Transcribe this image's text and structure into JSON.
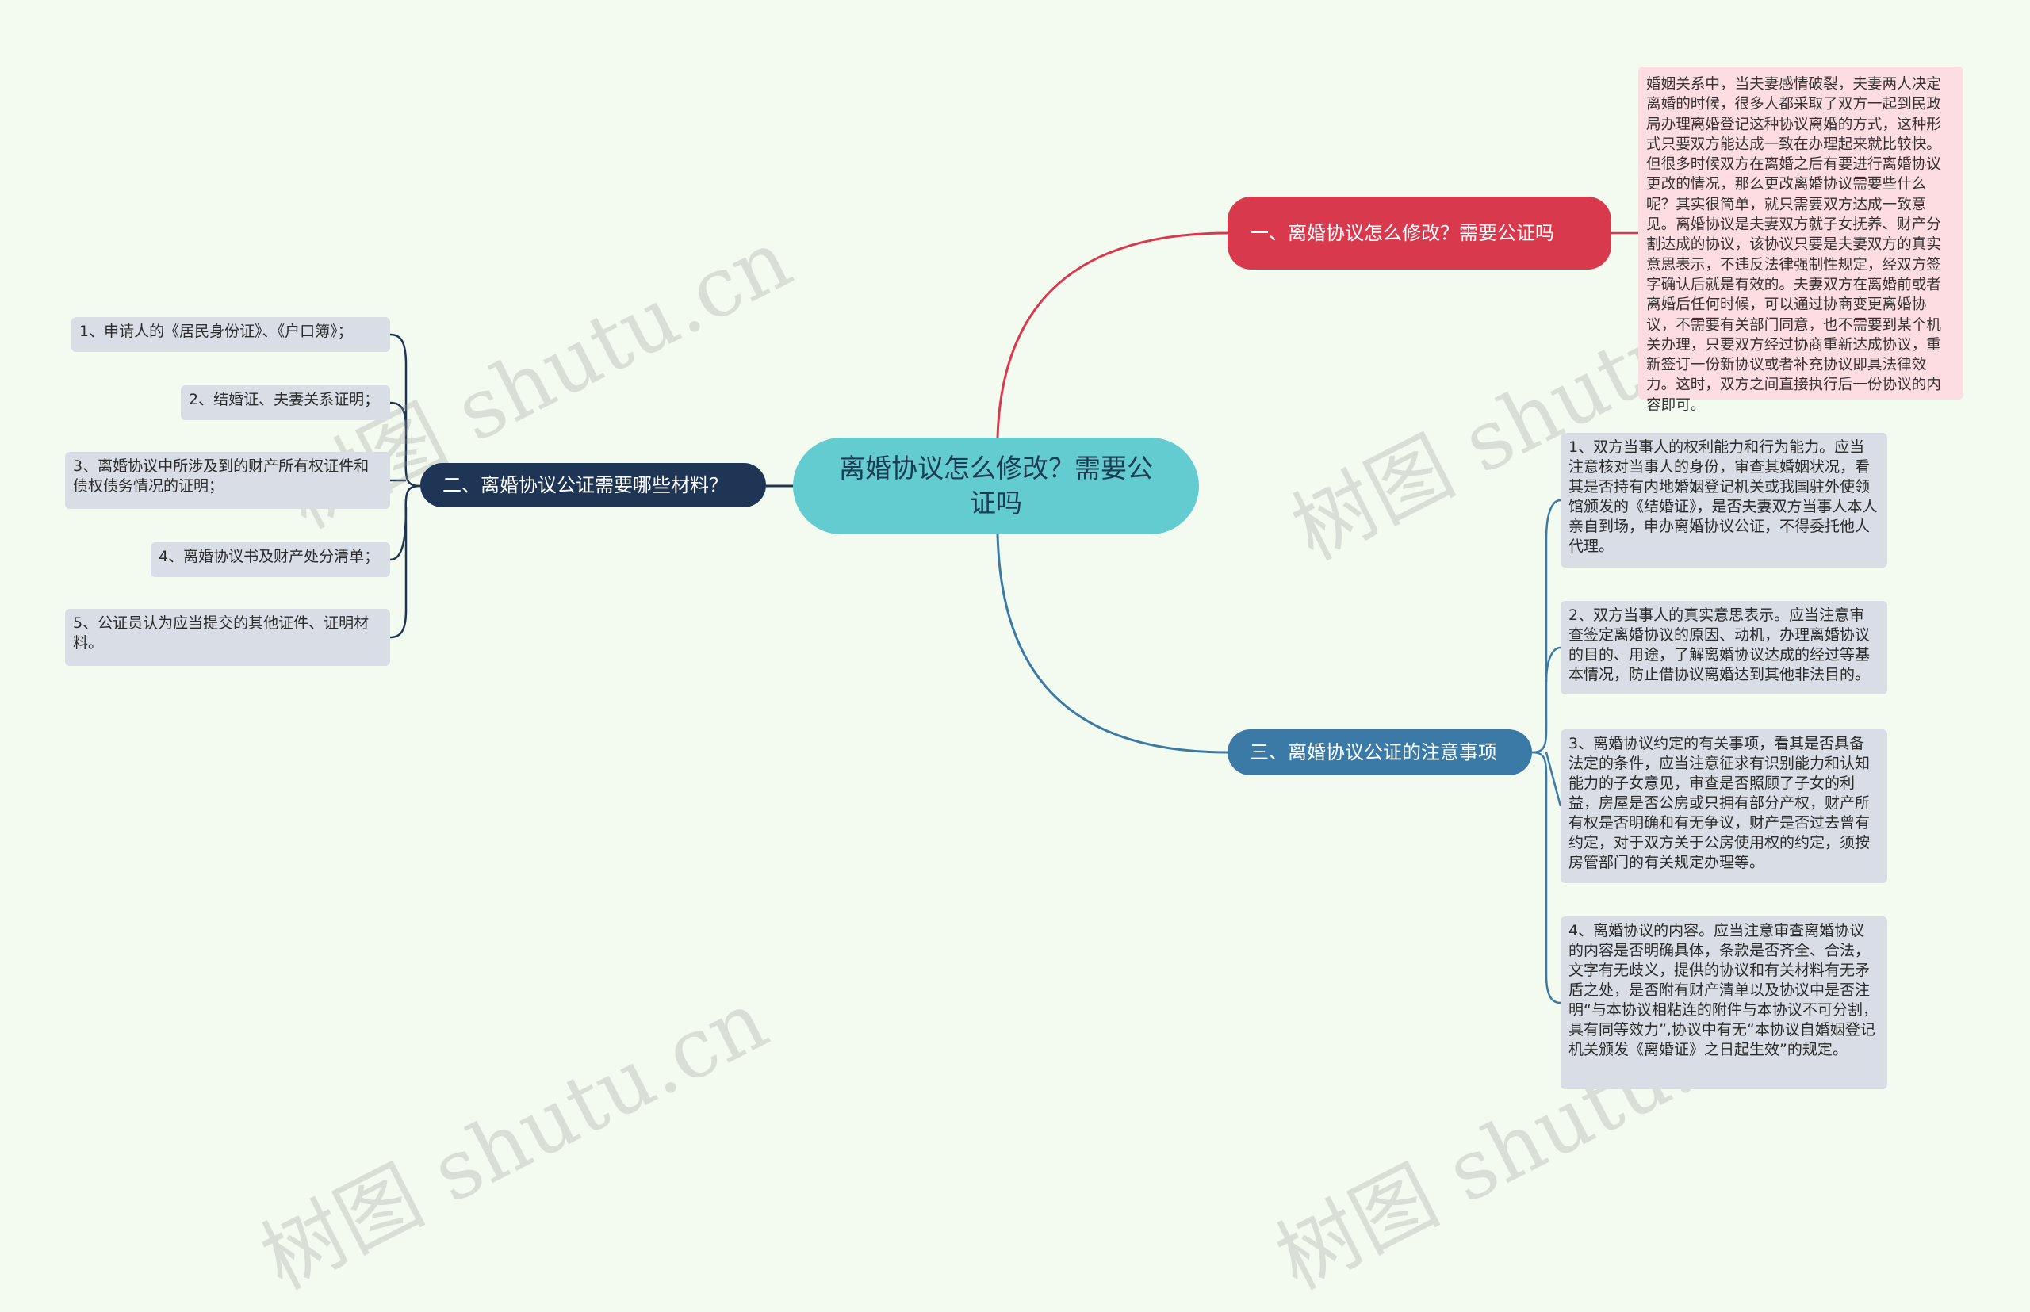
{
  "center": {
    "text": "离婚协议怎么修改？需要公证吗"
  },
  "branch1": {
    "title": "一、离婚协议怎么修改？需要公证吗",
    "color": "#d9394d",
    "detail": "婚姻关系中，当夫妻感情破裂，夫妻两人决定离婚的时候，很多人都采取了双方一起到民政局办理离婚登记这种协议离婚的方式，这种形式只要双方能达成一致在办理起来就比较快。但很多时候双方在离婚之后有要进行离婚协议更改的情况，那么更改离婚协议需要些什么呢？其实很简单，就只需要双方达成一致意见。离婚协议是夫妻双方就子女抚养、财产分割达成的协议，该协议只要是夫妻双方的真实意思表示，不违反法律强制性规定，经双方签字确认后就是有效的。夫妻双方在离婚前或者离婚后任何时候，可以通过协商变更离婚协议，不需要有关部门同意，也不需要到某个机关办理，只要双方经过协商重新达成协议，重新签订一份新协议或者补充协议即具法律效力。这时，双方之间直接执行后一份协议的内容即可。"
  },
  "branch2": {
    "title": "二、离婚协议公证需要哪些材料？",
    "color": "#1e3555",
    "items": [
      "1、申请人的《居民身份证》、《户口簿》；",
      "2、结婚证、夫妻关系证明；",
      "3、离婚协议中所涉及到的财产所有权证件和债权债务情况的证明；",
      "4、离婚协议书及财产处分清单；",
      "5、公证员认为应当提交的其他证件、证明材料。"
    ]
  },
  "branch3": {
    "title": "三、离婚协议公证的注意事项",
    "color": "#3b7aa6",
    "items": [
      "1、双方当事人的权利能力和行为能力。应当注意核对当事人的身份，审查其婚姻状况，看其是否持有内地婚姻登记机关或我国驻外使领馆颁发的《结婚证》，是否夫妻双方当事人本人亲自到场，申办离婚协议公证，不得委托他人代理。",
      "2、双方当事人的真实意思表示。应当注意审查签定离婚协议的原因、动机，办理离婚协议的目的、用途，了解离婚协议达成的经过等基本情况，防止借协议离婚达到其他非法目的。",
      "3、离婚协议约定的有关事项，看其是否具备法定的条件，应当注意征求有识别能力和认知能力的子女意见，审查是否照顾了子女的利益，房屋是否公房或只拥有部分产权，财产所有权是否明确和有无争议，财产是否过去曾有约定，对于双方关于公房使用权的约定，须按房管部门的有关规定办理等。",
      "4、离婚协议的内容。应当注意审查离婚协议的内容是否明确具体，条款是否齐全、合法，文字有无歧义，提供的协议和有关材料有无矛盾之处，是否附有财产清单以及协议中是否注明“与本协议相粘连的附件与本协议不可分割，具有同等效力”,协议中有无“本协议自婚姻登记机关颁发《离婚证》之日起生效”的规定。"
    ]
  },
  "watermark": "树图 shutu.cn",
  "colors": {
    "center": "#62ccd0",
    "leaf": "#d8dde6",
    "pink": "#fddde2"
  }
}
